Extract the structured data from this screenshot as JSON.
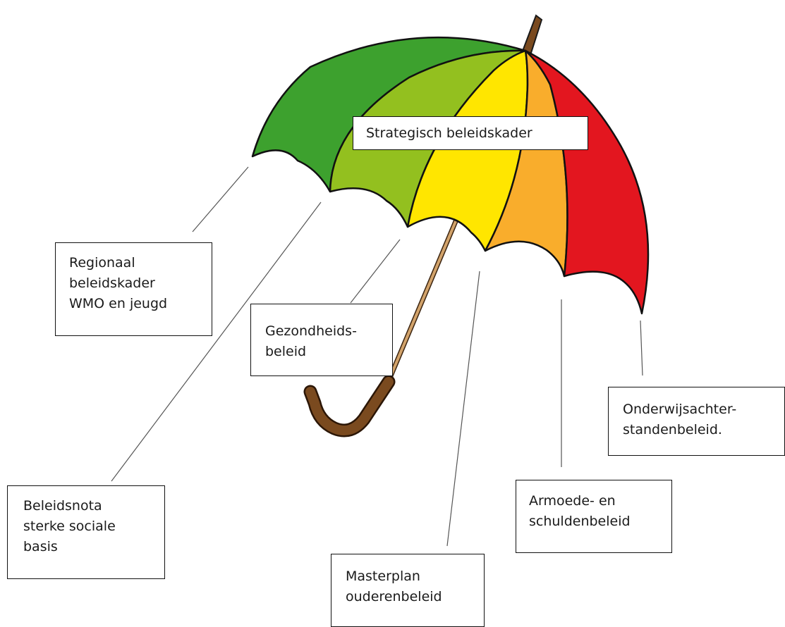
{
  "colors": {
    "dark_green": "#3da12e",
    "light_green": "#93c01f",
    "yellow": "#ffe600",
    "orange": "#f9ad2c",
    "red": "#e3161f",
    "handle_brown": "#7a4a1f",
    "shaft_tan": "#d2a36b"
  },
  "labels": {
    "main": "Strategisch beleidskader",
    "regionaal": "Regionaal\nbeleidskader\nWMO en jeugd",
    "gezondheid": "Gezondheids-\nbeleid",
    "onderwijs": "Onderwijsachter-\nstandenbeleid.",
    "armoede": "Armoede- en\nschuldenbeleid",
    "beleidsnota": "Beleidsnota\nsterke sociale\nbasis",
    "masterplan": "Masterplan\nouderenbeleid"
  }
}
